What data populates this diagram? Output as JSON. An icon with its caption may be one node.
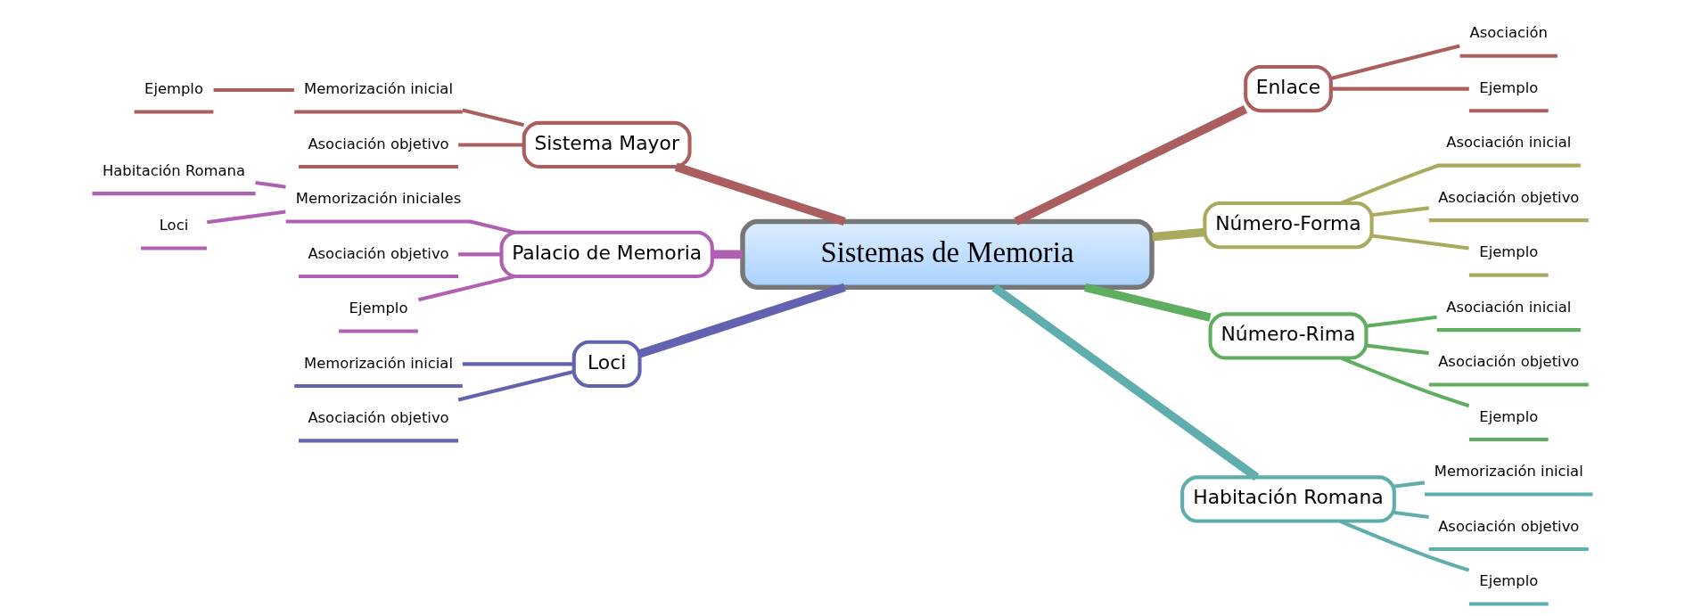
{
  "diagram": {
    "nodes": [
      {
        "text": [
          "Sistemas de Memoria"
        ]
      },
      {
        "text": [
          "Sistema Mayor"
        ]
      },
      {
        "text": [
          "Memorización inicial"
        ]
      },
      {
        "text": [
          "Ejemplo"
        ]
      },
      {
        "text": [
          "Asociación objetivo"
        ]
      },
      {
        "text": [
          "Palacio de Memoria"
        ]
      },
      {
        "text": [
          "Memorización iniciales"
        ]
      },
      {
        "text": [
          "Habitación Romana"
        ]
      },
      {
        "text": [
          "Loci"
        ]
      },
      {
        "text": [
          "Asociación objetivo"
        ]
      },
      {
        "text": [
          "Ejemplo"
        ]
      },
      {
        "text": [
          "Loci"
        ]
      },
      {
        "text": [
          "Memorización inicial"
        ]
      },
      {
        "text": [
          "Asociación objetivo"
        ]
      },
      {
        "text": [
          "Enlace"
        ]
      },
      {
        "text": [
          "Asociación"
        ]
      },
      {
        "text": [
          "Ejemplo"
        ]
      },
      {
        "text": [
          "Número-Forma"
        ]
      },
      {
        "text": [
          "Asociación inicial"
        ]
      },
      {
        "text": [
          "Asociación objetivo"
        ]
      },
      {
        "text": [
          "Ejemplo"
        ]
      },
      {
        "text": [
          "Número-Rima"
        ]
      },
      {
        "text": [
          "Asociación inicial"
        ]
      },
      {
        "text": [
          "Asociación objetivo"
        ]
      },
      {
        "text": [
          "Ejemplo"
        ]
      },
      {
        "text": [
          "Habitación Romana"
        ]
      },
      {
        "text": [
          "Memorización inicial"
        ]
      },
      {
        "text": [
          "Asociación objetivo"
        ]
      },
      {
        "text": [
          "Ejemplo"
        ]
      }
    ],
    "edges": [
      {
        "from": 0,
        "to": 1,
        "arrow": "none",
        "style": "thick",
        "color": "#ab5e5e"
      },
      {
        "from": 1,
        "to": 2,
        "arrow": "none",
        "color": "#ab5e5e"
      },
      {
        "from": 2,
        "to": 3,
        "arrow": "none",
        "color": "#ab5e5e"
      },
      {
        "from": 1,
        "to": 4,
        "arrow": "none",
        "color": "#ab5e5e"
      },
      {
        "from": 0,
        "to": 5,
        "arrow": "none",
        "style": "thick",
        "color": "#b060b0"
      },
      {
        "from": 5,
        "to": 6,
        "arrow": "none",
        "color": "#b060b0"
      },
      {
        "from": 6,
        "to": 7,
        "arrow": "none",
        "color": "#b060b0"
      },
      {
        "from": 6,
        "to": 8,
        "arrow": "none",
        "color": "#b060b0"
      },
      {
        "from": 5,
        "to": 9,
        "arrow": "none",
        "color": "#b060b0"
      },
      {
        "from": 5,
        "to": 10,
        "arrow": "none",
        "color": "#b060b0"
      },
      {
        "from": 0,
        "to": 11,
        "arrow": "none",
        "style": "thick",
        "color": "#6262b0"
      },
      {
        "from": 11,
        "to": 12,
        "arrow": "none",
        "color": "#6262b0"
      },
      {
        "from": 11,
        "to": 13,
        "arrow": "none",
        "color": "#6262b0"
      },
      {
        "from": 0,
        "to": 14,
        "arrow": "none",
        "style": "thick",
        "color": "#ab5e5e"
      },
      {
        "from": 14,
        "to": 15,
        "arrow": "none",
        "color": "#ab5e5e"
      },
      {
        "from": 14,
        "to": 16,
        "arrow": "none",
        "color": "#ab5e5e"
      },
      {
        "from": 0,
        "to": 17,
        "arrow": "none",
        "style": "thick",
        "color": "#aaaa5e"
      },
      {
        "from": 17,
        "to": 18,
        "arrow": "none",
        "color": "#aaaa5e"
      },
      {
        "from": 17,
        "to": 19,
        "arrow": "none",
        "color": "#aaaa5e"
      },
      {
        "from": 17,
        "to": 20,
        "arrow": "none",
        "color": "#aaaa5e"
      },
      {
        "from": 0,
        "to": 21,
        "arrow": "none",
        "style": "thick",
        "color": "#5fae5f"
      },
      {
        "from": 21,
        "to": 22,
        "arrow": "none",
        "color": "#5fae5f"
      },
      {
        "from": 21,
        "to": 23,
        "arrow": "none",
        "color": "#5fae5f"
      },
      {
        "from": 21,
        "to": 24,
        "arrow": "none",
        "color": "#5fae5f"
      },
      {
        "from": 0,
        "to": 25,
        "arrow": "none",
        "style": "thick",
        "color": "#5fadad"
      },
      {
        "from": 25,
        "to": 26,
        "arrow": "none",
        "color": "#5fadad"
      },
      {
        "from": 25,
        "to": 27,
        "arrow": "none",
        "color": "#5fadad"
      },
      {
        "from": 25,
        "to": 28,
        "arrow": "none",
        "color": "#5fadad"
      }
    ]
  }
}
